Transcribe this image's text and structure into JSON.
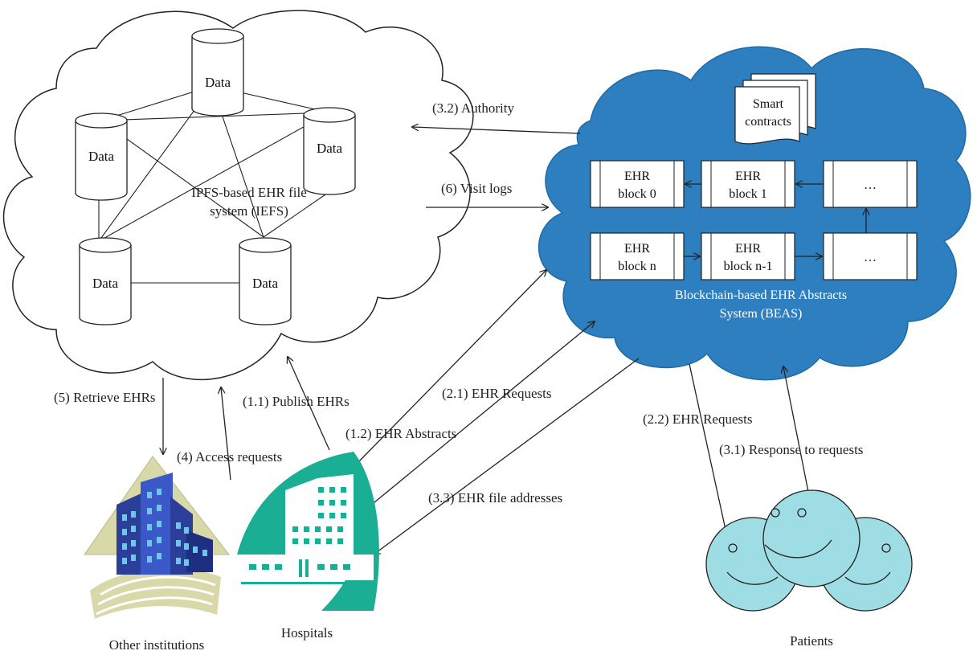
{
  "colors": {
    "blockchain_cloud": "#2e7fc0",
    "hospital": "#1aae95",
    "patients": "#9fdde4",
    "institution_building": "#2a3e9a",
    "institution_base": "#d8d8a8"
  },
  "ipfs": {
    "title_line1": "IPFS-based EHR file",
    "title_line2": "system (IEFS)",
    "nodes": [
      "Data",
      "Data",
      "Data",
      "Data",
      "Data"
    ]
  },
  "beas": {
    "smart_contracts_line1": "Smart",
    "smart_contracts_line2": "contracts",
    "blocks": [
      {
        "line1": "EHR",
        "line2": "block 0"
      },
      {
        "line1": "EHR",
        "line2": "block 1"
      },
      {
        "line1": "…",
        "line2": ""
      },
      {
        "line1": "EHR",
        "line2": "block n"
      },
      {
        "line1": "EHR",
        "line2": "block n-1"
      },
      {
        "line1": "…",
        "line2": ""
      }
    ],
    "title_line1": "Blockchain-based EHR Abstracts",
    "title_line2": "System (BEAS)"
  },
  "flows": {
    "authority": "(3.2) Authority",
    "visit_logs": "(6) Visit logs",
    "publish": "(1.1) Publish EHRs",
    "abstracts": "(1.2) EHR Abstracts",
    "requests_21": "(2.1) EHR Requests",
    "requests_22": "(2.2) EHR Requests",
    "response": "(3.1) Response to requests",
    "file_addresses": "(3.3) EHR file addresses",
    "retrieve": "(5) Retrieve EHRs",
    "access": "(4) Access requests"
  },
  "entities": {
    "institutions": "Other institutions",
    "hospitals": "Hospitals",
    "patients": "Patients"
  }
}
